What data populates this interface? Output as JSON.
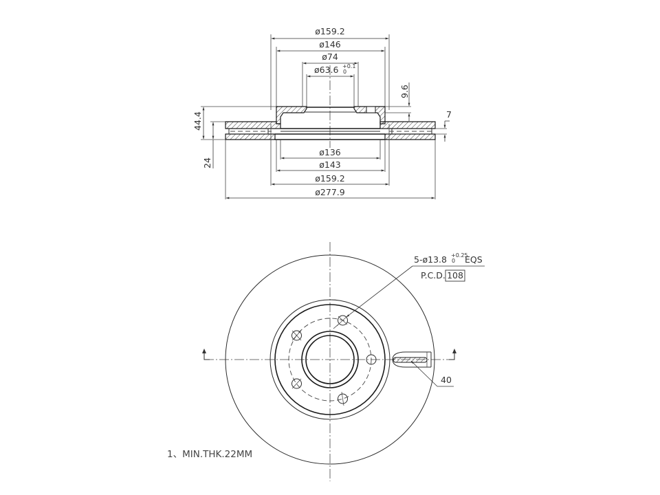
{
  "section_view": {
    "dims_top": {
      "d1": "ø159.2",
      "d2": "ø146",
      "d3": "ø74",
      "d4": "ø63.6",
      "d4_tol_upper": "+0.1",
      "d4_tol_lower": "0"
    },
    "dims_bottom": {
      "d1": "ø136",
      "d2": "ø143",
      "d3": "ø159.2",
      "d4": "ø277.9"
    },
    "dims_left": {
      "height_total": "44.4",
      "rotor_thickness": "24"
    },
    "dims_right": {
      "hat_thickness": "9.6",
      "vent_height": "7"
    }
  },
  "plan_view": {
    "bolt_callout": {
      "prefix": "5-ø13.8",
      "tol_upper": "+0.25",
      "tol_lower": "0",
      "suffix": "EQS"
    },
    "pcd_label": "P.C.D.",
    "pcd_value": "108",
    "slot_label": "40",
    "bolt_hole_count": 5
  },
  "notes": {
    "min_thickness": "1、MIN.THK.22MM"
  }
}
